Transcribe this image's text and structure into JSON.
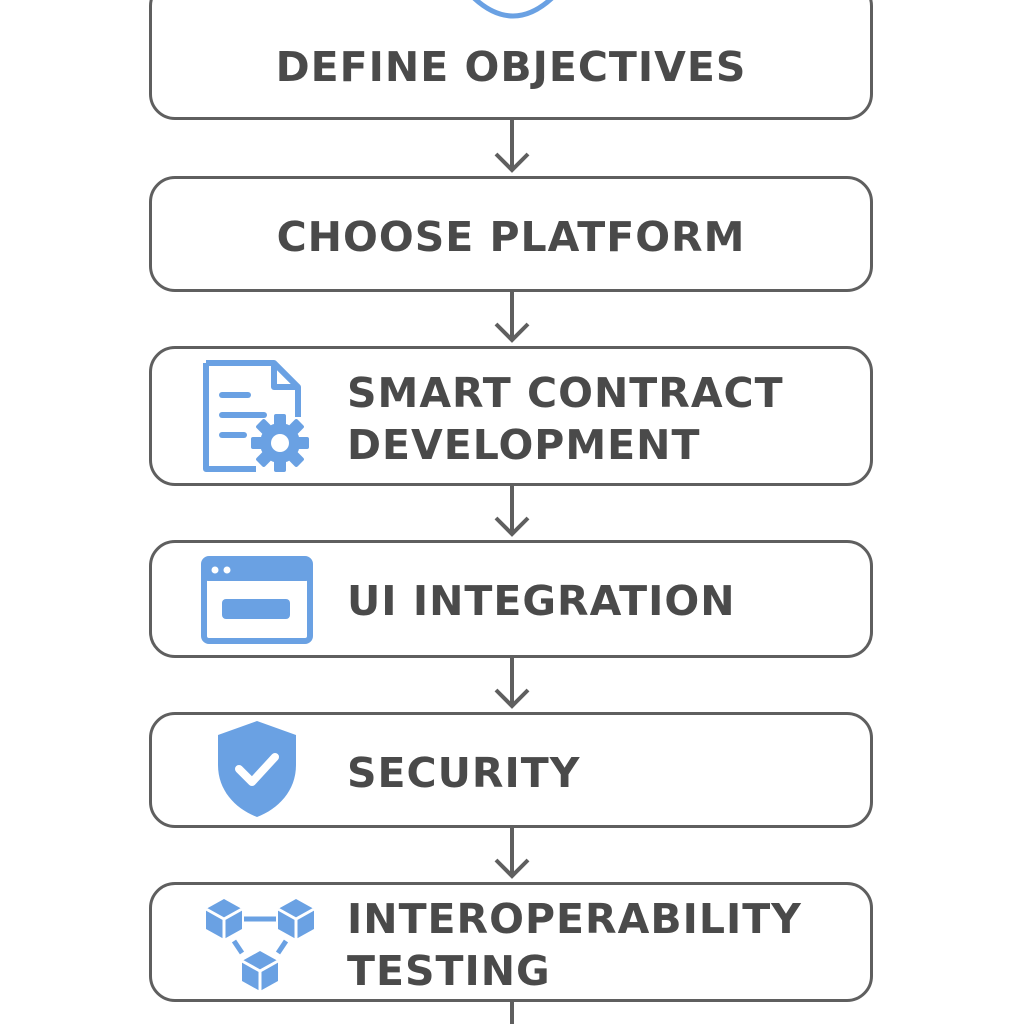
{
  "colors": {
    "accent": "#6aa1e3",
    "border": "#5f5f5f",
    "text": "#4a4a4a"
  },
  "steps": [
    {
      "label": "DEFINE OBJECTIVES",
      "icon": "target-icon"
    },
    {
      "label": "CHOOSE PLATFORM",
      "icon": ""
    },
    {
      "label_lines": [
        "SMART CONTRACT",
        "DEVELOPMENT"
      ],
      "icon": "document-gear-icon"
    },
    {
      "label": "UI INTEGRATION",
      "icon": "browser-window-icon"
    },
    {
      "label": "SECURITY",
      "icon": "shield-check-icon"
    },
    {
      "label_lines": [
        "INTEROPERABILITY",
        "TESTING"
      ],
      "icon": "linked-blocks-icon"
    }
  ]
}
